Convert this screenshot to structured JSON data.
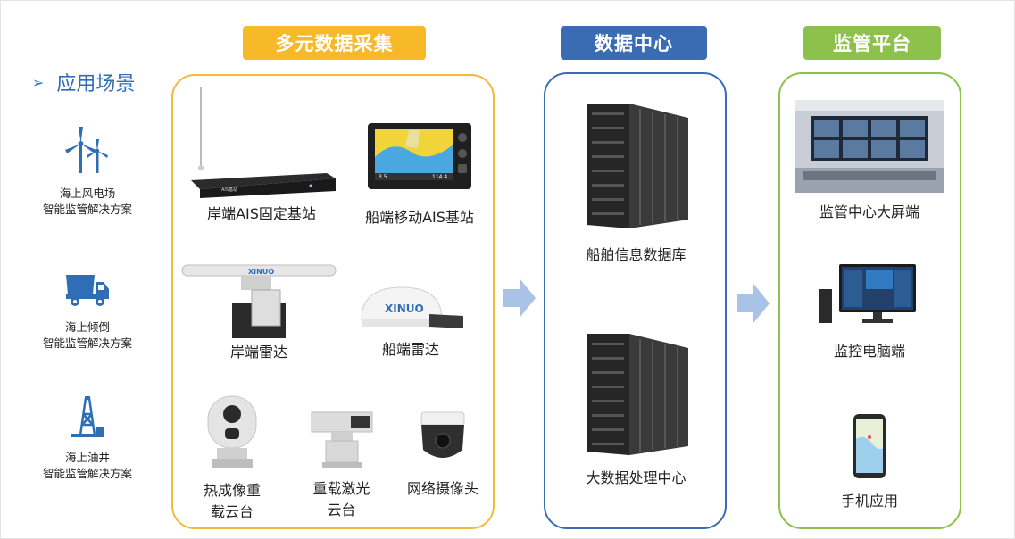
{
  "scenarios": {
    "title": "应用场景",
    "items": [
      {
        "line1": "海上风电场",
        "line2": "智能监管解决方案"
      },
      {
        "line1": "海上倾倒",
        "line2": "智能监管解决方案"
      },
      {
        "line1": "海上油井",
        "line2": "智能监管解决方案"
      }
    ]
  },
  "collection": {
    "title": "多元数据采集",
    "items": [
      {
        "label": "岸端AIS固定基站"
      },
      {
        "label": "船端移动AIS基站"
      },
      {
        "label": "岸端雷达"
      },
      {
        "label": "船端雷达"
      },
      {
        "label_line1": "热成像重",
        "label_line2": "载云台"
      },
      {
        "label_line1": "重载激光",
        "label_line2": "云台"
      },
      {
        "label": "网络摄像头"
      }
    ],
    "device_text": {
      "ais_small": "AIS基站",
      "chart_left": "3.5",
      "chart_right": "114.4",
      "radar_brand": "XINUO"
    }
  },
  "datacenter": {
    "title": "数据中心",
    "items": [
      {
        "label": "船舶信息数据库"
      },
      {
        "label": "大数据处理中心"
      }
    ]
  },
  "platform": {
    "title": "监管平台",
    "items": [
      {
        "label": "监管中心大屏端"
      },
      {
        "label": "监控电脑端"
      },
      {
        "label": "手机应用"
      }
    ]
  },
  "colors": {
    "accent_blue": "#2f6db5",
    "yellow": "#f7b928",
    "blue": "#3a6cb4",
    "green": "#8cc14c",
    "flow_arrow": "#a9c3e6"
  }
}
